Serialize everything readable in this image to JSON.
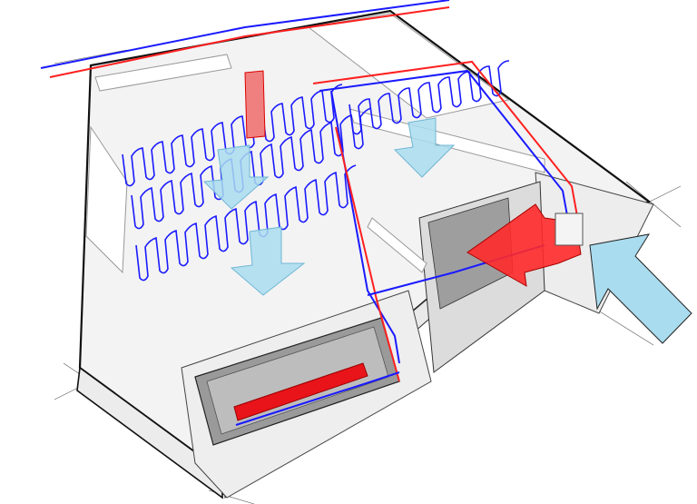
{
  "colors": {
    "background": "#ffffff",
    "wall_outline": "#111111",
    "floor": "#f2f2f2",
    "interior_wall": "#d9d9d9",
    "brick": "#ececec",
    "cold_pipe": "#1a1aff",
    "hot_pipe": "#ff2020",
    "heat_arrow": "#ff2a2a",
    "cool_air_arrow": "#a9dcef",
    "radiator": "#e8141a"
  },
  "icons": {
    "outdoor_air_arrow": "arrow-up-left",
    "heat_pump_arrow": "arrow-left",
    "room_cool_arrows": "arrow-down"
  }
}
